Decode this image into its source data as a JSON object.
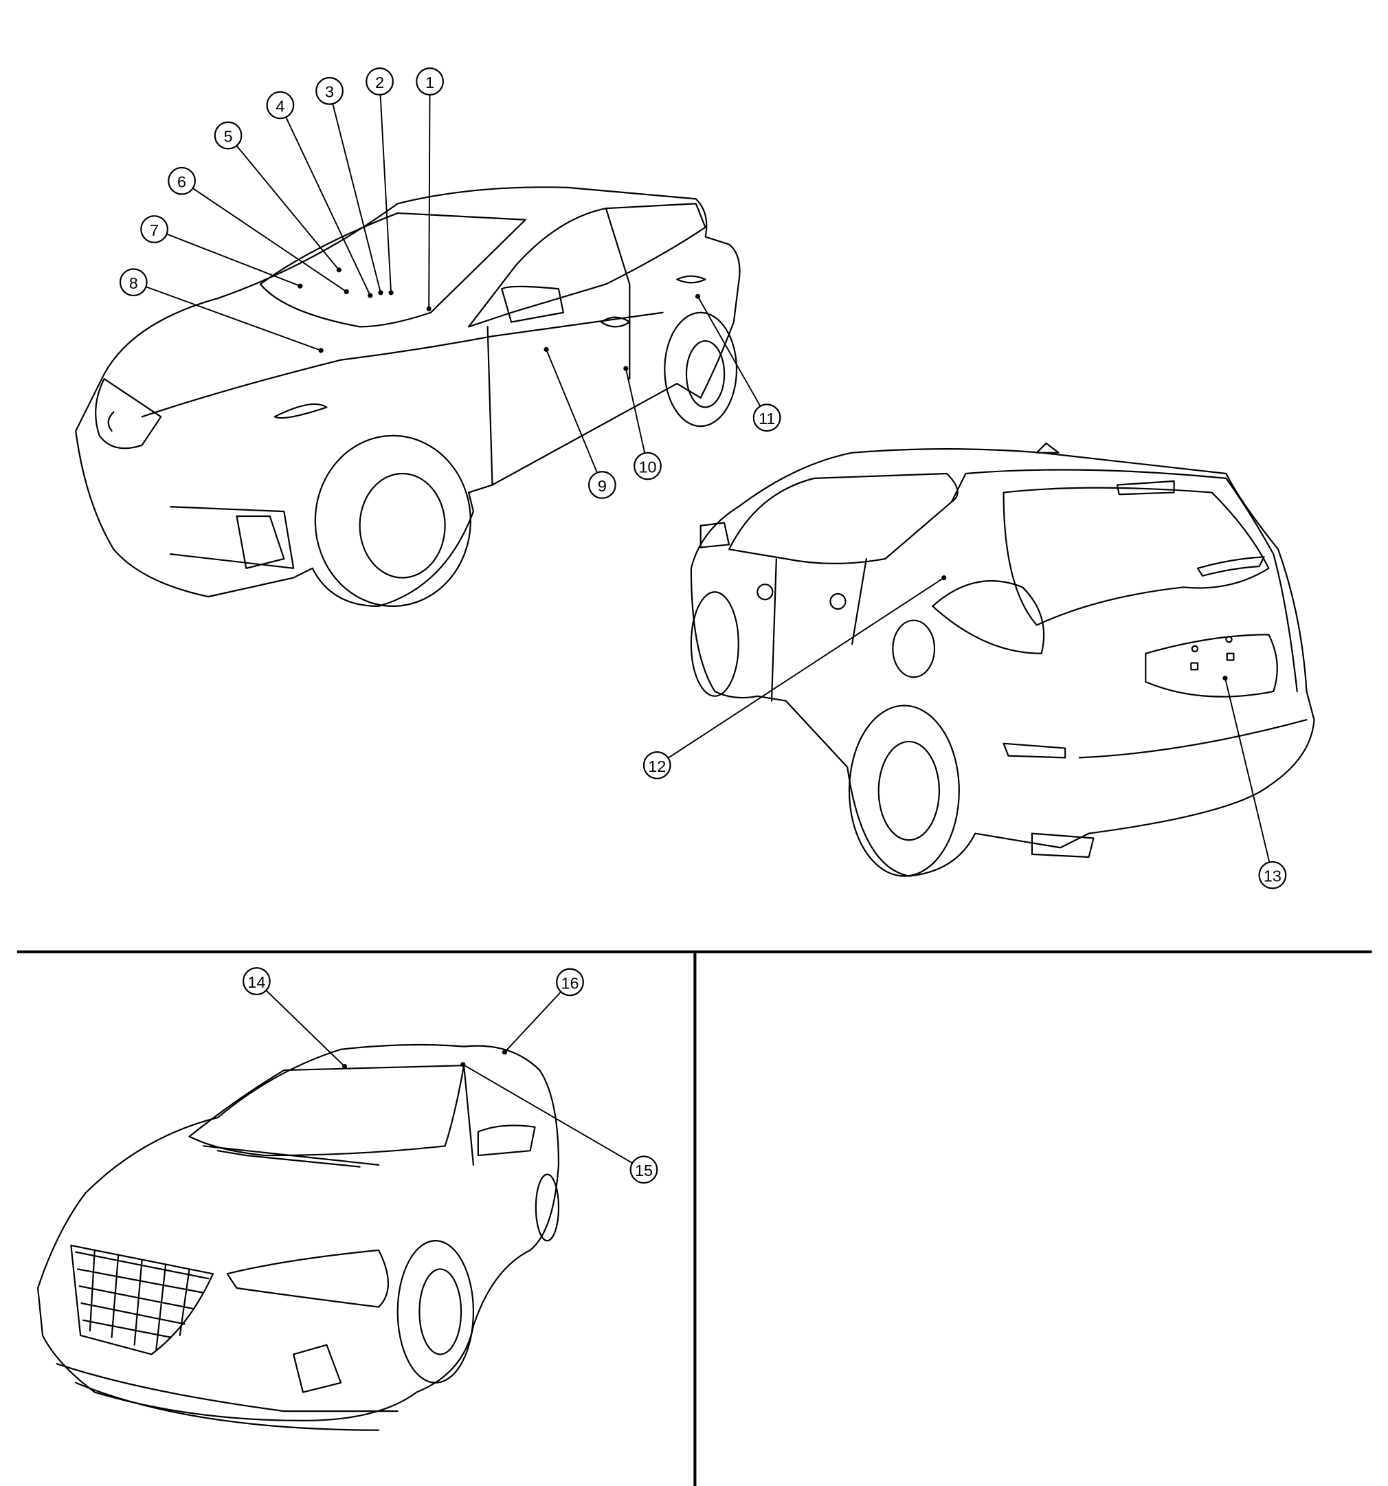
{
  "callouts": [
    {
      "label": "1"
    },
    {
      "label": "2"
    },
    {
      "label": "3"
    },
    {
      "label": "4"
    },
    {
      "label": "5"
    },
    {
      "label": "6"
    },
    {
      "label": "7"
    },
    {
      "label": "8"
    },
    {
      "label": "9"
    },
    {
      "label": "10"
    },
    {
      "label": "11"
    },
    {
      "label": "12"
    },
    {
      "label": "13"
    },
    {
      "label": "14"
    },
    {
      "label": "15"
    },
    {
      "label": "16"
    }
  ]
}
